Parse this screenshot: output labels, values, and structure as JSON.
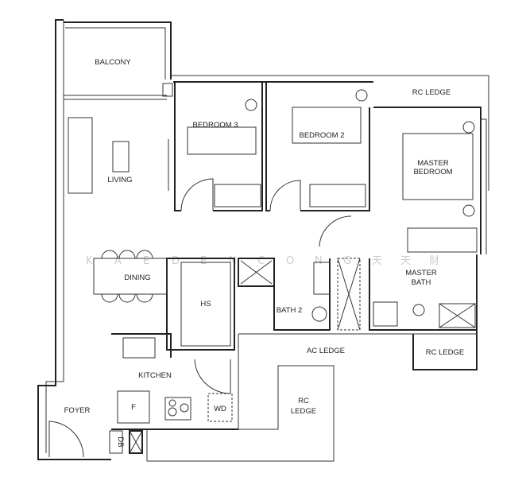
{
  "rooms": {
    "balcony": "BALCONY",
    "rc_ledge_top": "RC LEDGE",
    "bedroom3": "BEDROOM 3",
    "bedroom2": "BEDROOM 2",
    "master_bedroom_1": "MASTER",
    "master_bedroom_2": "BEDROOM",
    "living": "LIVING",
    "dining": "DINING",
    "hs": "HS",
    "bath2": "BATH 2",
    "master_bath_1": "MASTER",
    "master_bath_2": "BATH",
    "ac_ledge": "AC LEDGE",
    "rc_ledge_right": "RC LEDGE",
    "kitchen": "KITCHEN",
    "rc_ledge_bottom_1": "RC",
    "rc_ledge_bottom_2": "LEDGE",
    "foyer": "FOYER"
  },
  "fixtures": {
    "fridge": "F",
    "washer_dryer": "WD",
    "db": "DB"
  },
  "watermark": [
    "K",
    "A",
    "E",
    "D",
    "E",
    "N",
    "C",
    "O",
    "N",
    "G",
    "天",
    "天",
    "财"
  ]
}
